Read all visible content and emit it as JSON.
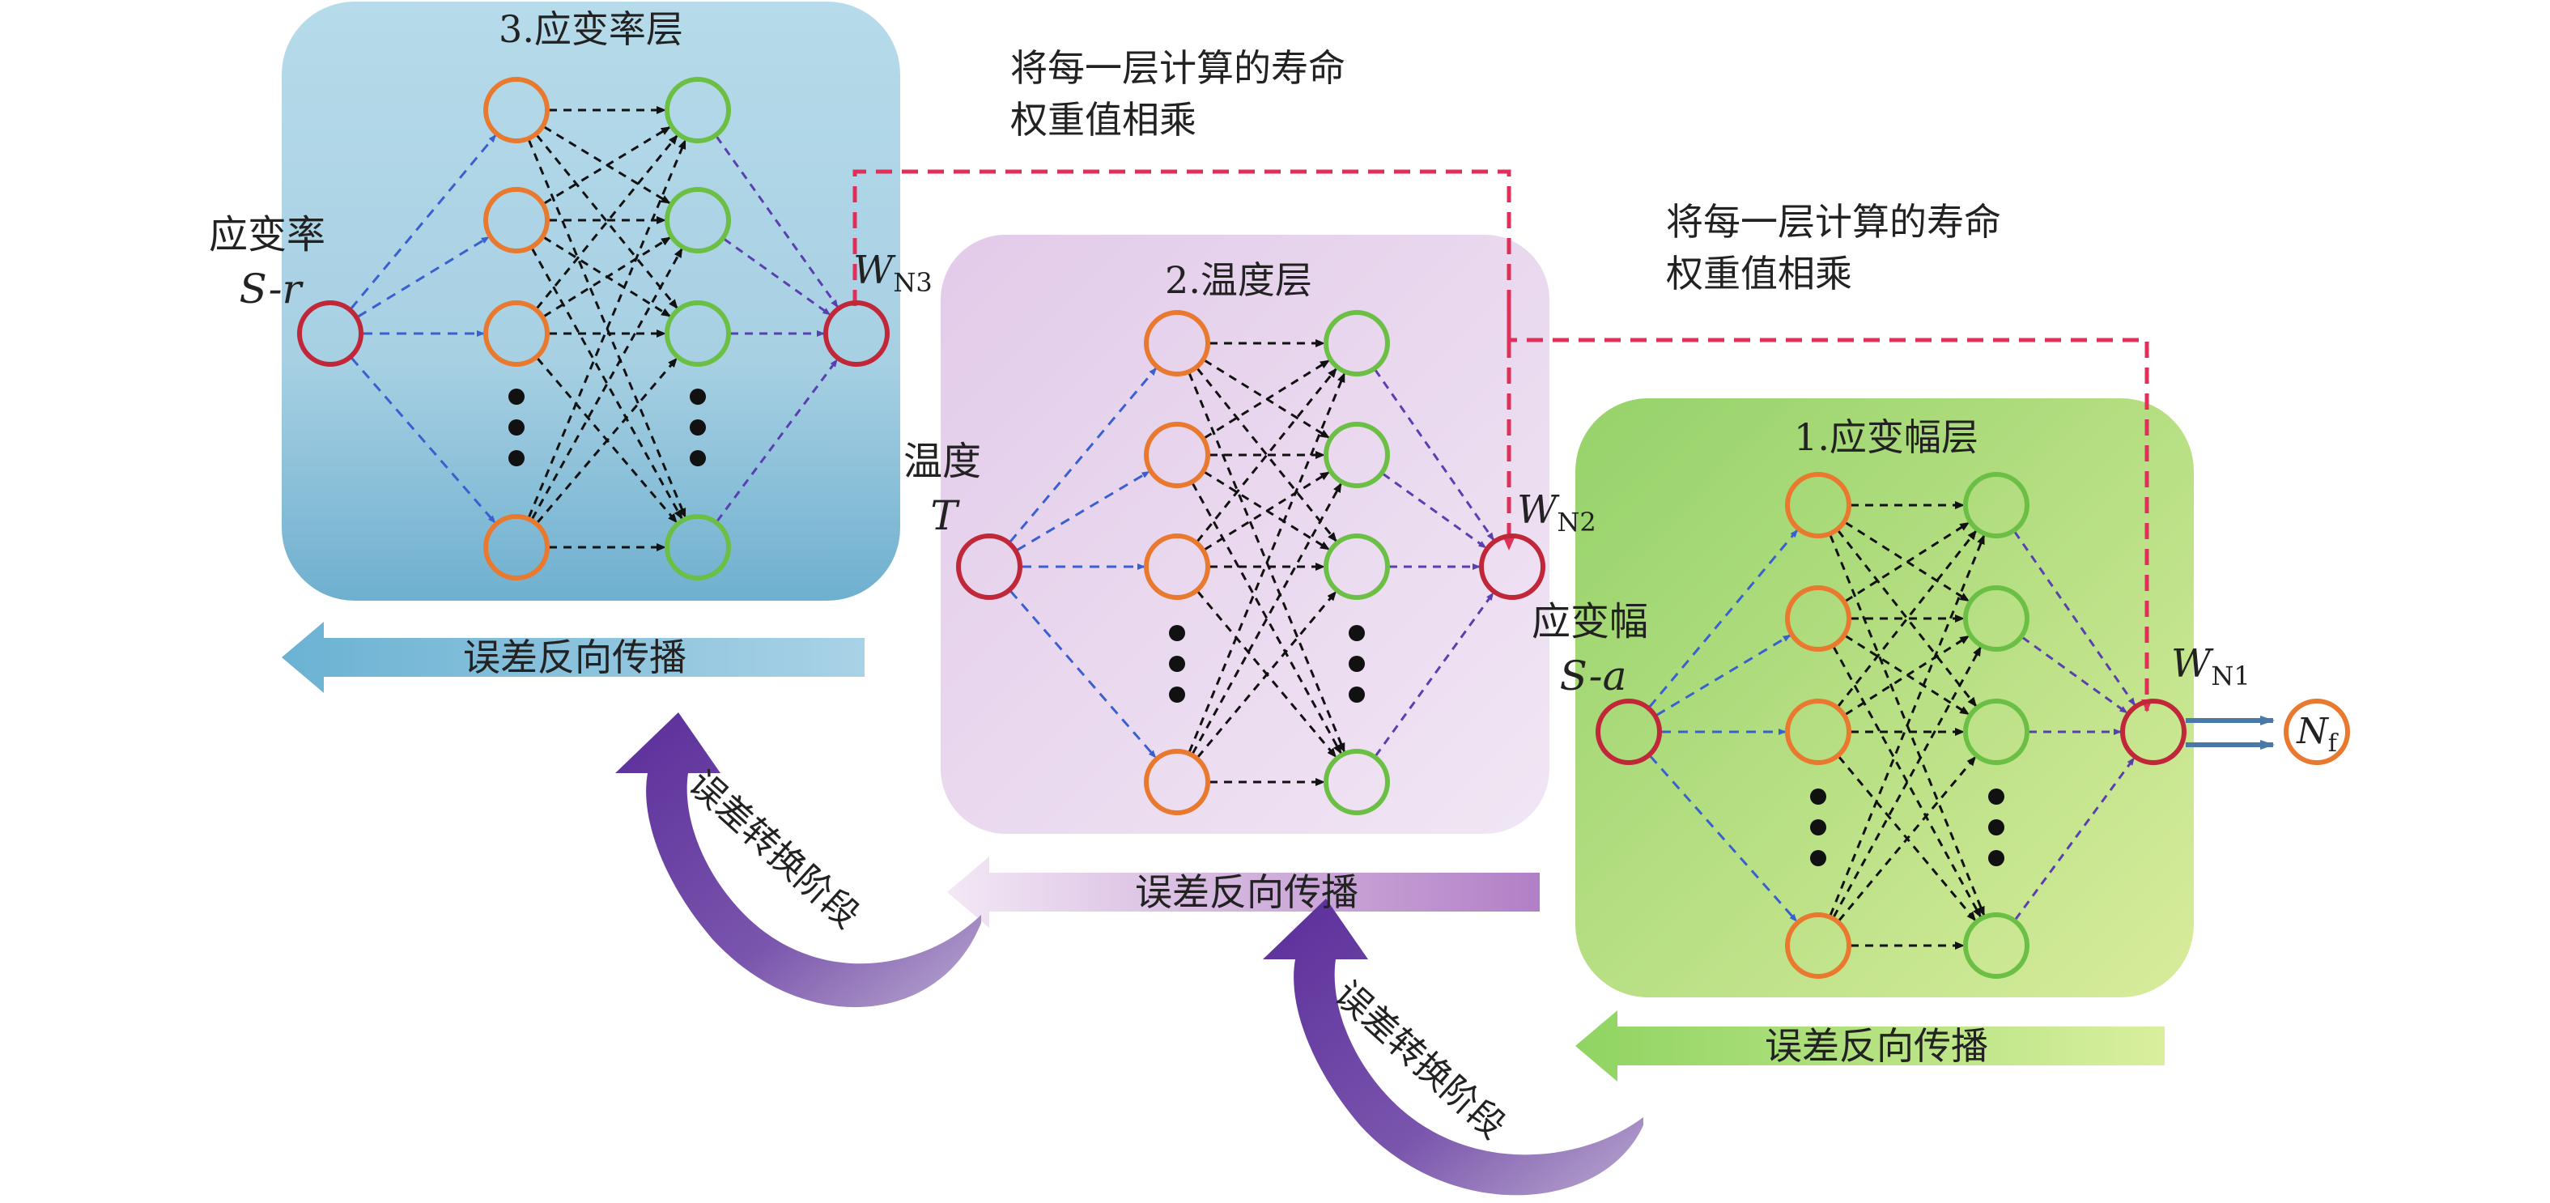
{
  "layers": [
    {
      "id": "strain-rate",
      "title": "3.应变率层",
      "input_label": "应变率",
      "input_symbol": "S-r",
      "output_symbol": "W",
      "output_subscript": "N3",
      "backprop_label": "误差反向传播"
    },
    {
      "id": "temperature",
      "title": "2.温度层",
      "input_label": "温度",
      "input_symbol": "T",
      "output_symbol": "W",
      "output_subscript": "N2",
      "backprop_label": "误差反向传播"
    },
    {
      "id": "strain-amplitude",
      "title": "1.应变幅层",
      "input_label": "应变幅",
      "input_symbol": "S-a",
      "output_symbol": "W",
      "output_subscript": "N1",
      "backprop_label": "误差反向传播"
    }
  ],
  "annotations": {
    "multiply_weights_line1": "将每一层计算的寿命",
    "multiply_weights_line2": "权重值相乘"
  },
  "transition_label": "误差转换阶段",
  "final_output": {
    "symbol": "N",
    "subscript": "f"
  },
  "colors": {
    "input_node": "#c0283a",
    "hidden1_node": "#e8792e",
    "hidden2_node": "#6cbf45",
    "final_node": "#e8792e",
    "link_in": "#3a5fcf",
    "link_out": "#5a3fb0",
    "link_hidden": "#111111",
    "weight_line": "#e0305a",
    "panel_strain_rate": "#a9d3e6",
    "panel_temperature": "#e6d6ee",
    "panel_strain_amplitude": "#a8d97a",
    "transition_arrow": "#5a2d9a"
  }
}
